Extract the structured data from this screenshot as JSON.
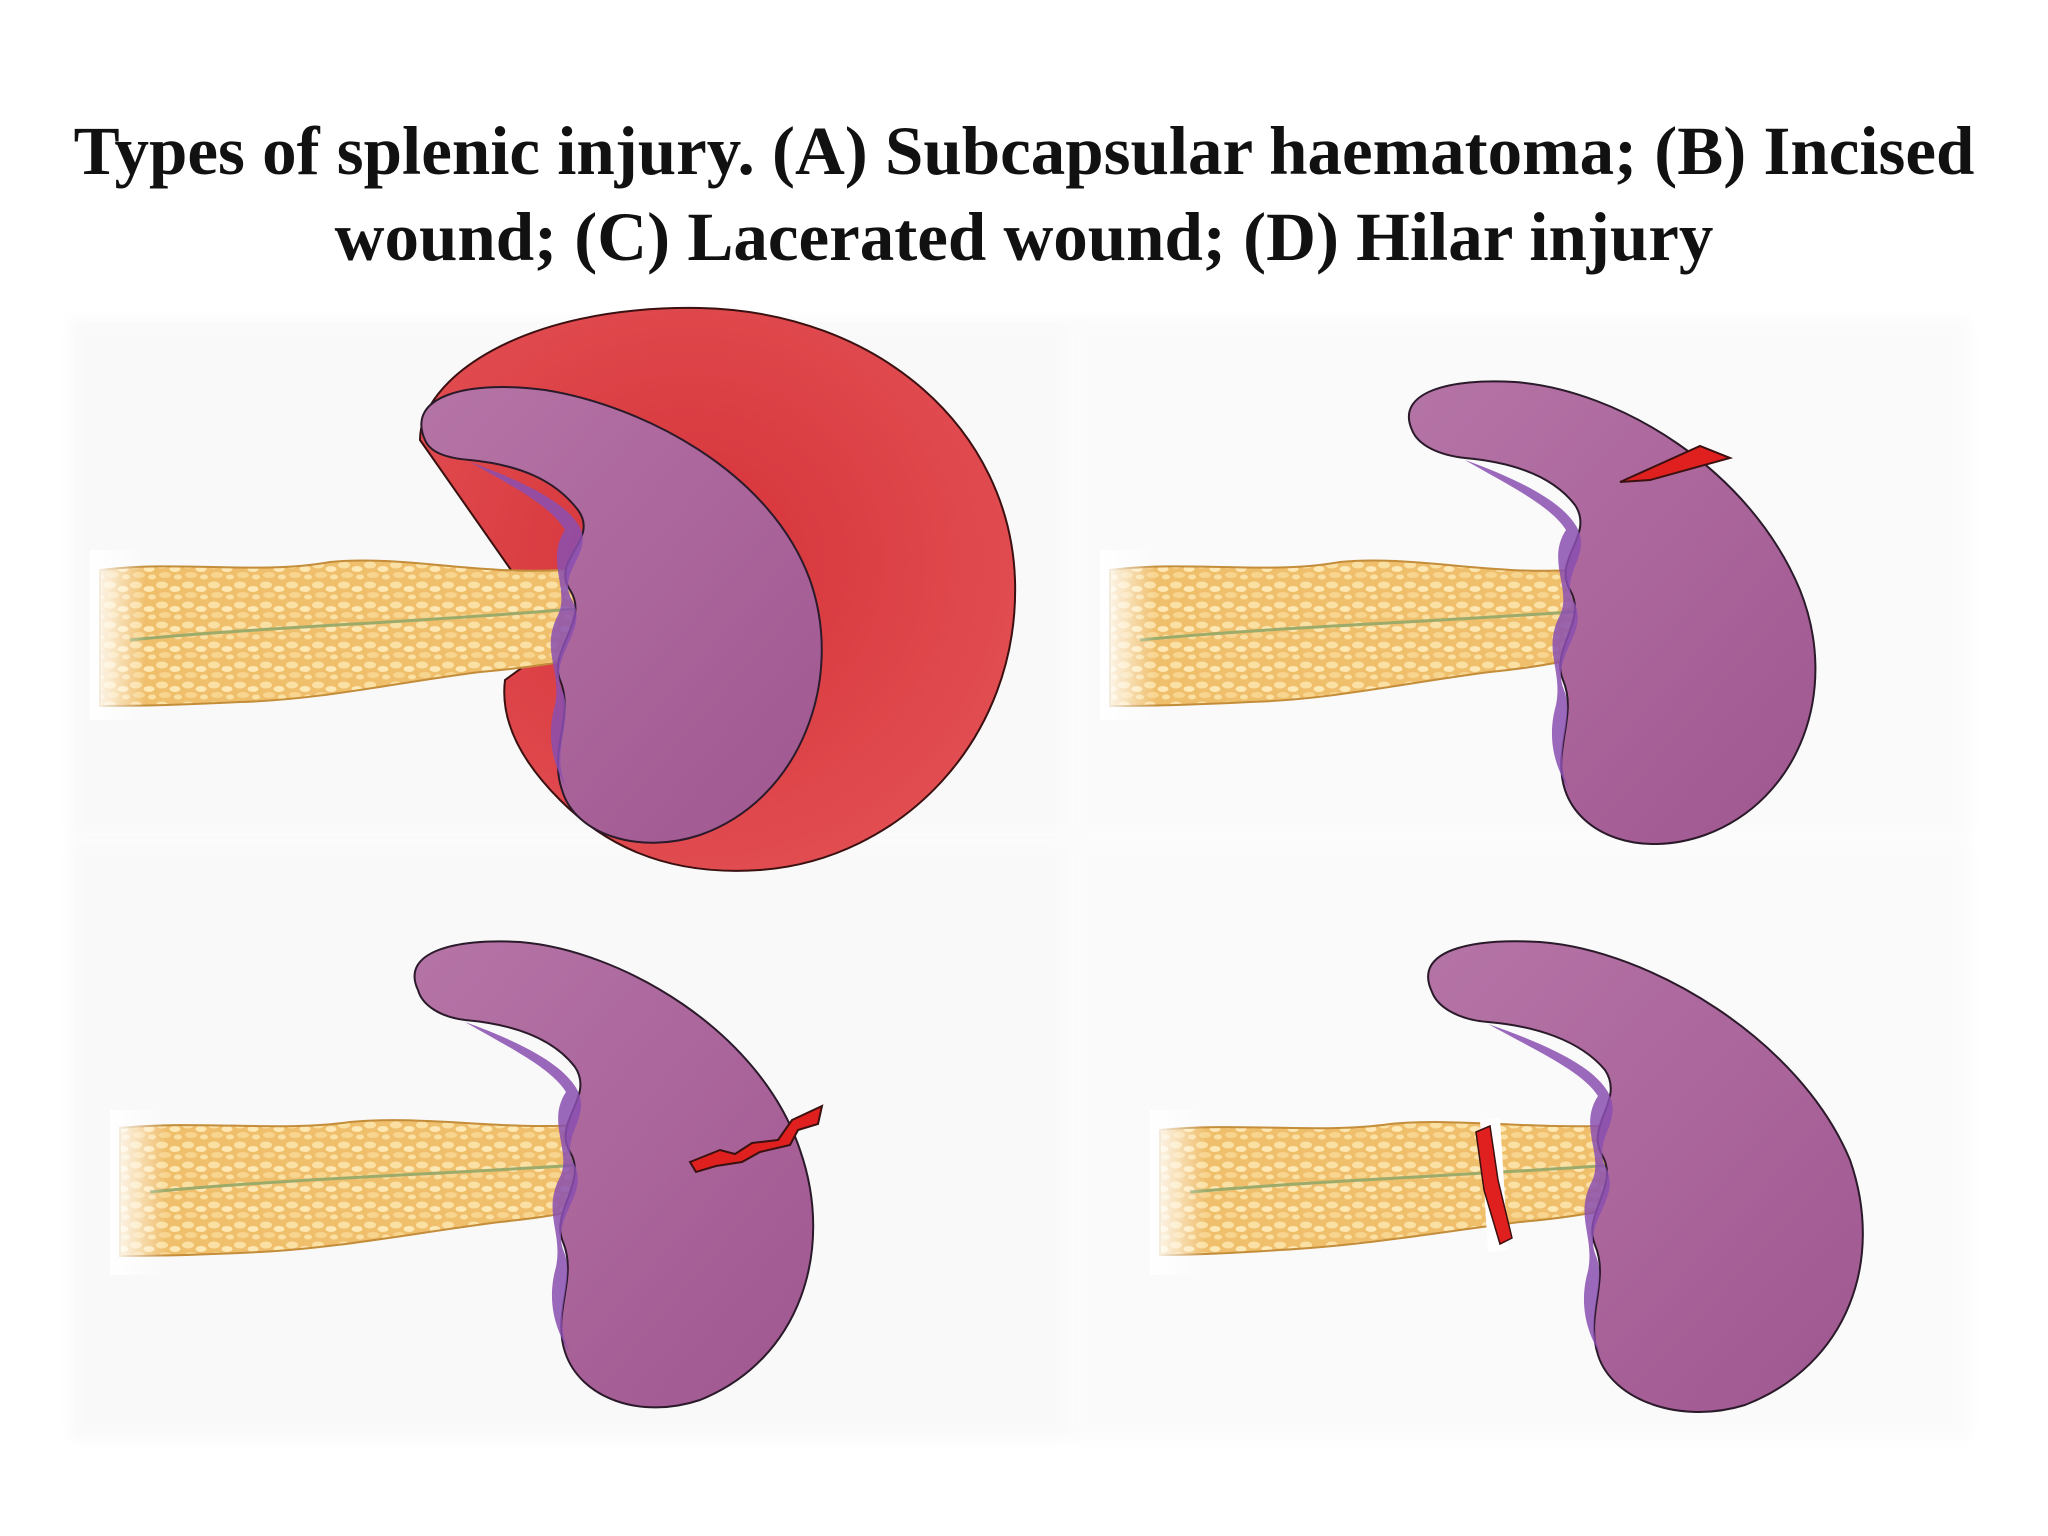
{
  "slide": {
    "title_line1": "Types of splenic injury. (A) Subcapsular haematoma; (B) Incised",
    "title_line2": "wound; (C) Lacerated wound; (D) Hilar injury"
  },
  "figure": {
    "panels": [
      {
        "id": "A",
        "injury": "subcapsular-haematoma"
      },
      {
        "id": "B",
        "injury": "incised-wound"
      },
      {
        "id": "C",
        "injury": "lacerated-wound"
      },
      {
        "id": "D",
        "injury": "hilar-injury"
      }
    ]
  },
  "colors": {
    "spleen": "#a0558f",
    "spleen_hilum": "#8a4fb0",
    "haematoma": "#dc3e44",
    "pancreas": "#f1c37a",
    "wound": "#e0201e",
    "background": "#ffffff"
  }
}
